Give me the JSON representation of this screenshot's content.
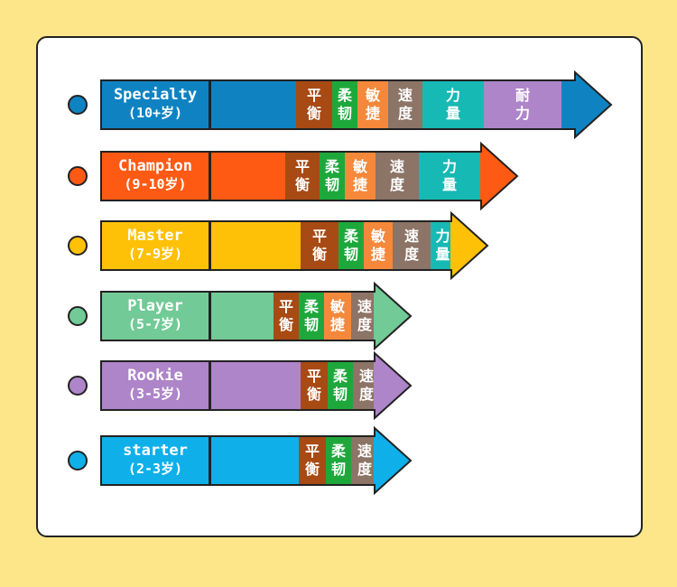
{
  "colors": {
    "balance": "#A84A14",
    "flexibility": "#1EA83C",
    "agility": "#F5883A",
    "speed": "#8C7466",
    "strength": "#17B9B4",
    "endurance": "#AE85C9"
  },
  "levels": [
    {
      "name": "Specialty",
      "age": "(10+岁)",
      "color": "#0F83C2",
      "skills": [
        {
          "key": "balance",
          "line1": "平",
          "line2": "衡"
        },
        {
          "key": "flexibility",
          "line1": "柔",
          "line2": "韧"
        },
        {
          "key": "agility",
          "line1": "敏",
          "line2": "捷"
        },
        {
          "key": "speed",
          "line1": "速",
          "line2": "度"
        },
        {
          "key": "strength",
          "line1": "力",
          "line2": "量"
        },
        {
          "key": "endurance",
          "line1": "耐",
          "line2": "力"
        }
      ]
    },
    {
      "name": "Champion",
      "age": "(9-10岁)",
      "color": "#FF5A14",
      "skills": [
        {
          "key": "balance",
          "line1": "平",
          "line2": "衡"
        },
        {
          "key": "flexibility",
          "line1": "柔",
          "line2": "韧"
        },
        {
          "key": "agility",
          "line1": "敏",
          "line2": "捷"
        },
        {
          "key": "speed",
          "line1": "速",
          "line2": "度"
        },
        {
          "key": "strength",
          "line1": "力",
          "line2": "量"
        }
      ]
    },
    {
      "name": "Master",
      "age": "(7-9岁)",
      "color": "#FFC107",
      "skills": [
        {
          "key": "balance",
          "line1": "平",
          "line2": "衡"
        },
        {
          "key": "flexibility",
          "line1": "柔",
          "line2": "韧"
        },
        {
          "key": "agility",
          "line1": "敏",
          "line2": "捷"
        },
        {
          "key": "speed",
          "line1": "速",
          "line2": "度"
        },
        {
          "key": "strength",
          "line1": "力",
          "line2": "量"
        }
      ]
    },
    {
      "name": "Player",
      "age": "(5-7岁)",
      "color": "#72CA96",
      "skills": [
        {
          "key": "balance",
          "line1": "平",
          "line2": "衡"
        },
        {
          "key": "flexibility",
          "line1": "柔",
          "line2": "韧"
        },
        {
          "key": "agility",
          "line1": "敏",
          "line2": "捷"
        },
        {
          "key": "speed",
          "line1": "速",
          "line2": "度"
        }
      ]
    },
    {
      "name": "Rookie",
      "age": "(3-5岁)",
      "color": "#AE85C9",
      "skills": [
        {
          "key": "balance",
          "line1": "平",
          "line2": "衡"
        },
        {
          "key": "flexibility",
          "line1": "柔",
          "line2": "韧"
        },
        {
          "key": "speed",
          "line1": "速",
          "line2": "度"
        }
      ]
    },
    {
      "name": "starter",
      "age": "(2-3岁)",
      "color": "#0FB0EA",
      "skills": [
        {
          "key": "balance",
          "line1": "平",
          "line2": "衡"
        },
        {
          "key": "flexibility",
          "line1": "柔",
          "line2": "韧"
        },
        {
          "key": "speed",
          "line1": "速",
          "line2": "度"
        }
      ]
    }
  ]
}
